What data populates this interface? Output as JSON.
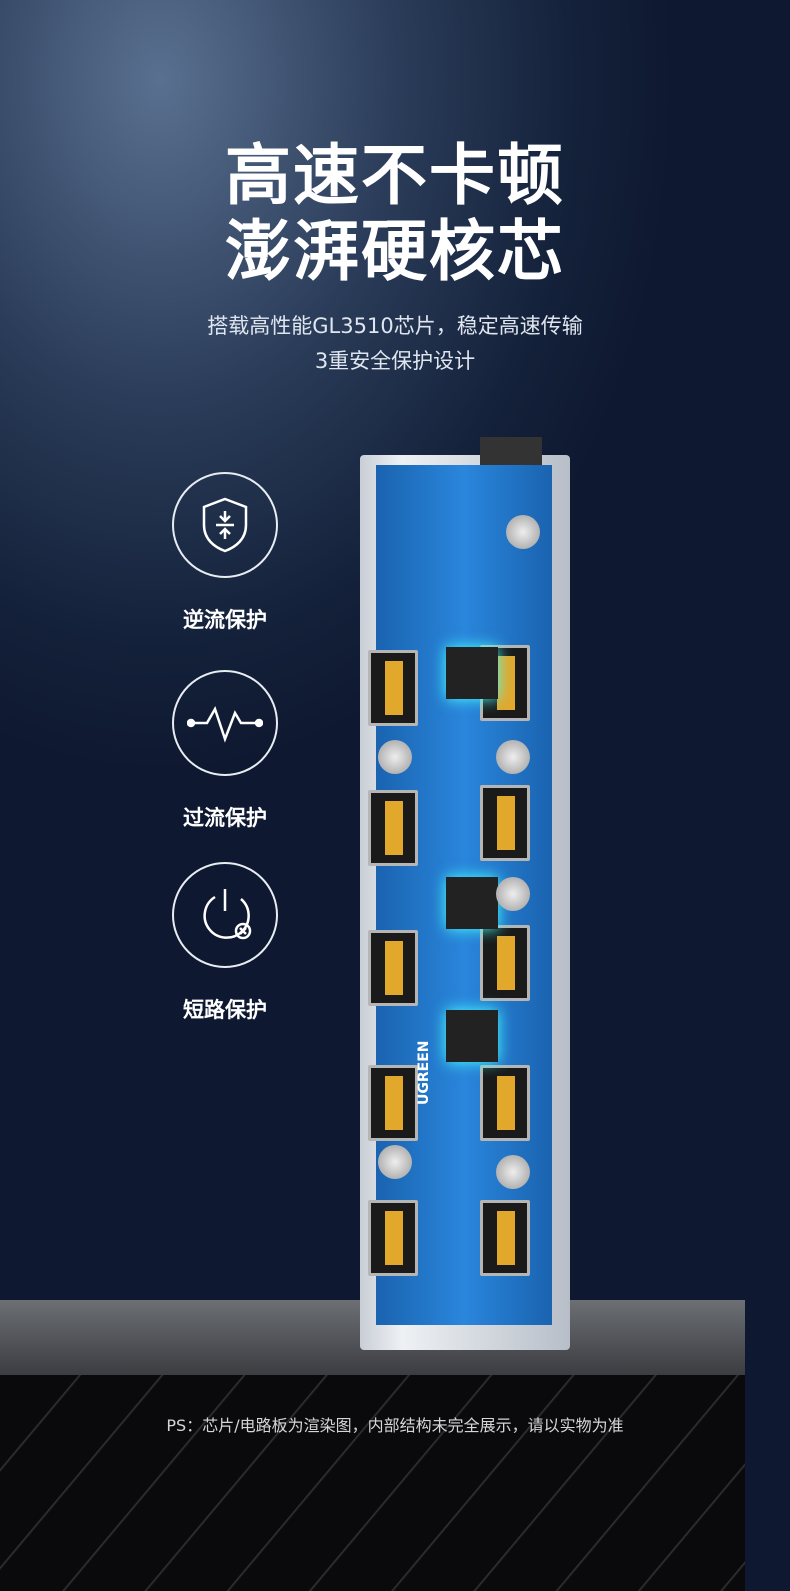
{
  "headline": {
    "line1": "高速不卡顿",
    "line2": "澎湃硬核芯"
  },
  "subtitle": {
    "line1": "搭载高性能GL3510芯片，稳定高速传输",
    "line2": "3重安全保护设计"
  },
  "features": [
    {
      "icon": "shield-backflow-icon",
      "label": "逆流保护"
    },
    {
      "icon": "current-wave-icon",
      "label": "过流保护"
    },
    {
      "icon": "power-short-icon",
      "label": "短路保护"
    }
  ],
  "product": {
    "brand": "UGREEN"
  },
  "disclaimer": "PS：芯片/电路板为渲染图，内部结构未完全展示，请以实物为准"
}
